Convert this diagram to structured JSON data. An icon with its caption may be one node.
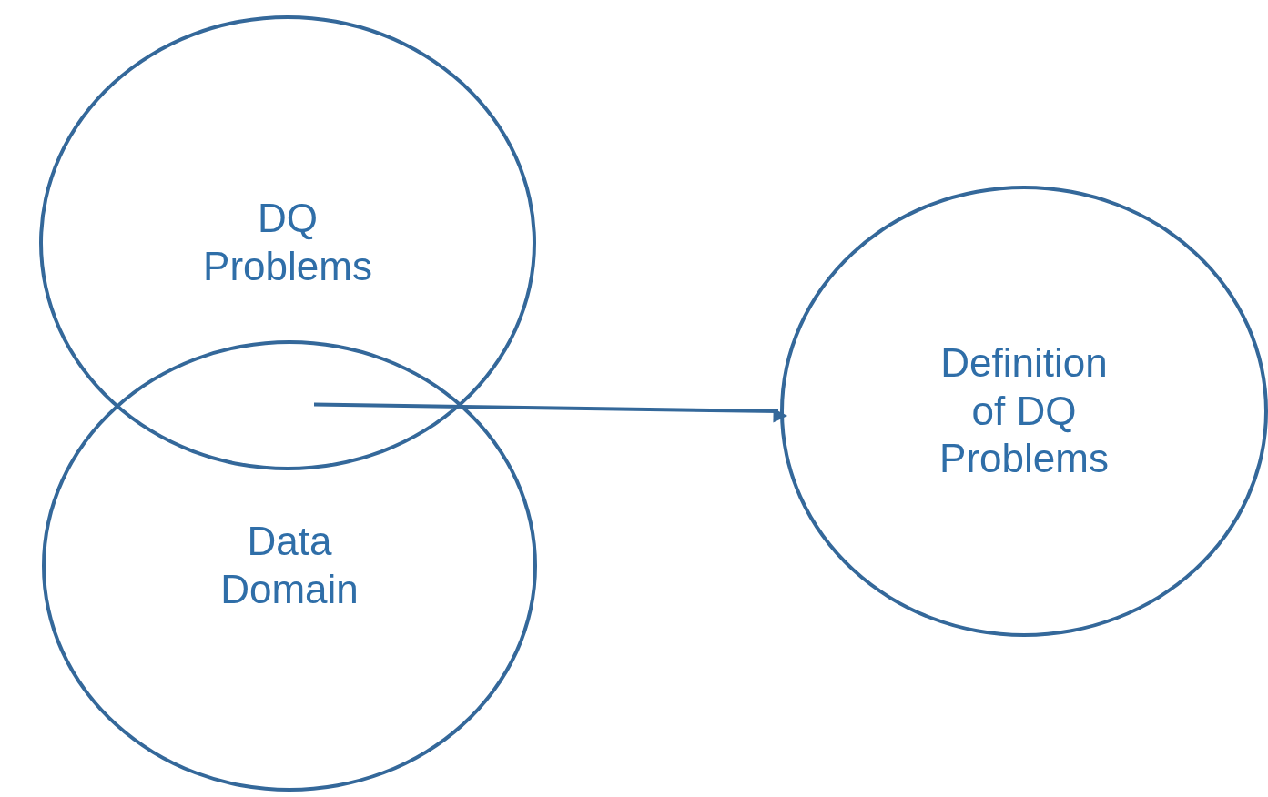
{
  "diagram": {
    "nodes": [
      {
        "text": [
          "DQ Problems"
        ]
      },
      {
        "text": [
          "Data Domain"
        ]
      },
      {
        "text": [
          "Definition of DQ Problems"
        ]
      }
    ],
    "edges": [
      {
        "from": 0,
        "to": 2,
        "arrow": "to"
      },
      {
        "from": 1,
        "to": 2,
        "arrow": "to"
      }
    ]
  }
}
